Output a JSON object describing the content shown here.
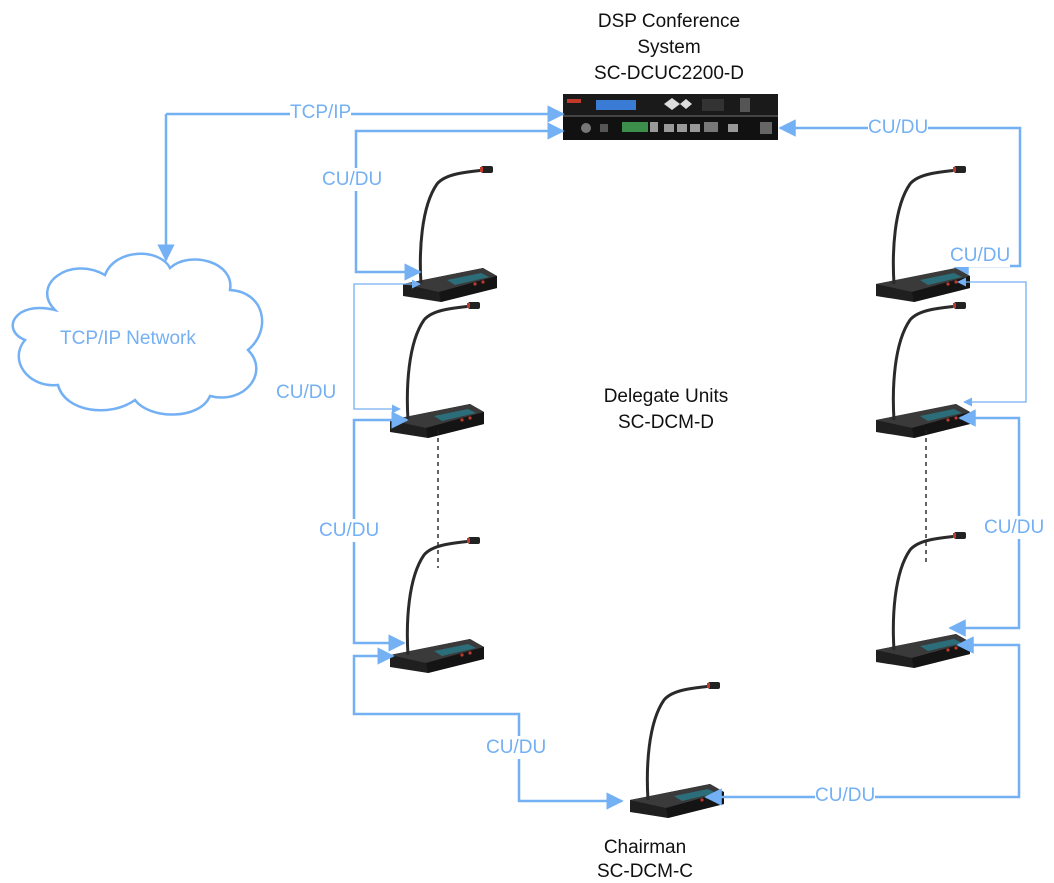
{
  "system": {
    "line1": "DSP Conference",
    "line2": "System",
    "model": "SC-DCUC2200-D"
  },
  "network": {
    "label": "TCP/IP Network"
  },
  "delegates": {
    "line1": "Delegate Units",
    "line2": "SC-DCM-D"
  },
  "chairman": {
    "line1": "Chairman",
    "line2": "SC-DCM-C"
  },
  "links": {
    "tcpip": "TCP/IP",
    "cudu_1": "CU/DU",
    "cudu_2": "CU/DU",
    "cudu_3": "CU/DU",
    "cudu_4": "CU/DU",
    "cudu_5": "CU/DU",
    "cudu_6": "CU/DU",
    "cudu_7": "CU/DU",
    "cudu_8": "CU/DU"
  },
  "colors": {
    "link": "#74b0f4",
    "device": "#1c1c1c",
    "accent": "#c0392b"
  }
}
